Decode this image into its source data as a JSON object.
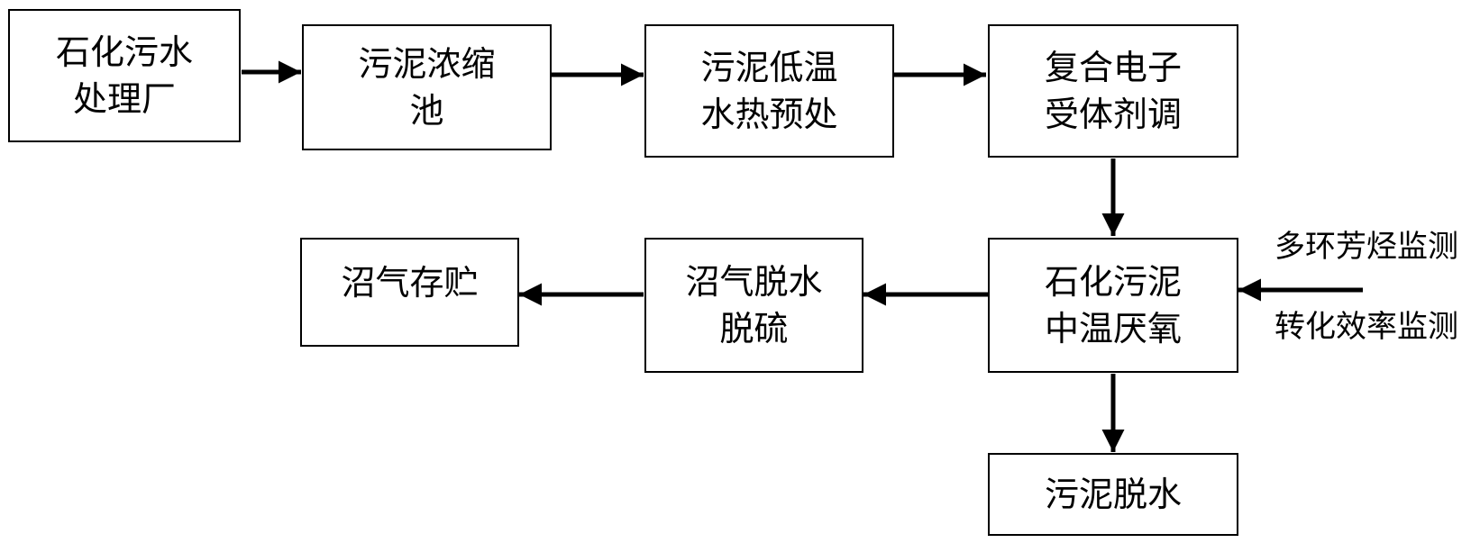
{
  "boxes": {
    "b1": "石化污水\n处理厂",
    "b2": "污泥浓缩\n池",
    "b3": "污泥低温\n水热预处",
    "b4": "复合电子\n受体剂调",
    "b5": "石化污泥\n中温厌氧",
    "b6": "沼气脱水\n脱硫",
    "b7": "沼气存贮",
    "b8": "污泥脱水"
  },
  "labels": {
    "monitor_pah": "多环芳烃监测",
    "monitor_conversion": "转化效率监测"
  },
  "colors": {
    "line": "#000000",
    "background": "#ffffff"
  }
}
